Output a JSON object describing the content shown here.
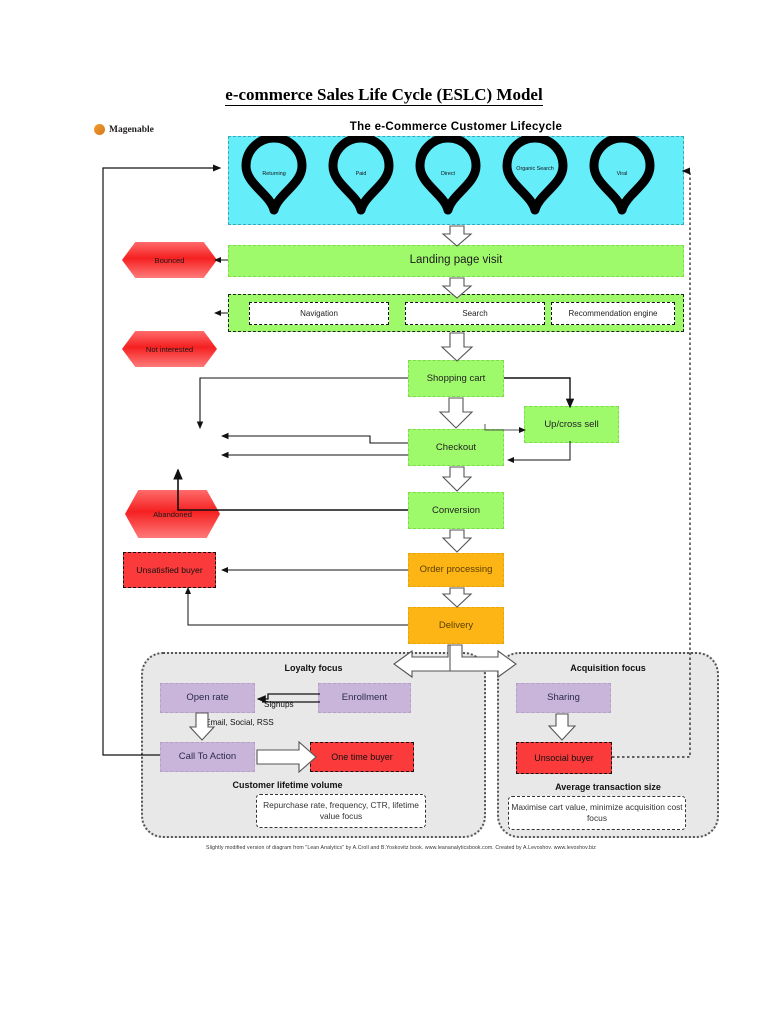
{
  "title": "e-commerce Sales Life Cycle (ESLC) Model",
  "logo": {
    "text": "Magenable",
    "icon": "magenable-logo-icon"
  },
  "lifecycle": {
    "heading": "The e-Commerce Customer Lifecycle",
    "band_color": "#66EDFA",
    "sources": [
      {
        "label": "Returning"
      },
      {
        "label": "Paid"
      },
      {
        "label": "Direct"
      },
      {
        "label": "Organic Search"
      },
      {
        "label": "Viral"
      }
    ]
  },
  "flow": {
    "landing": "Landing page visit",
    "discovery": [
      {
        "label": "Navigation"
      },
      {
        "label": "Search"
      },
      {
        "label": "Recommendation engine"
      }
    ],
    "shopping_cart": "Shopping cart",
    "upcross_sell": "Up/cross sell",
    "checkout": "Checkout",
    "conversion": "Conversion",
    "order_processing": "Order processing",
    "delivery": "Delivery"
  },
  "exits": {
    "bounced": "Bounced",
    "not_interested": "Not interested",
    "abandoned": "Abandoned",
    "unsatisfied_buyer": "Unsatisfied buyer"
  },
  "loyalty": {
    "title": "Loyalty focus",
    "enrollment": "Enrollment",
    "open_rate": "Open rate",
    "call_to_action": "Call To Action",
    "one_time_buyer": "One time buyer",
    "signups_label": "Signups",
    "channels_label": "Email, Social, RSS",
    "metric_title": "Customer lifetime volume",
    "metric_note": "Repurchase rate, frequency, CTR, lifetime value focus"
  },
  "acquisition": {
    "title": "Acquisition focus",
    "sharing": "Sharing",
    "unsocial_buyer": "Unsocial buyer",
    "metric_title": "Average transaction size",
    "metric_note": "Maximise cart value, minimize acquisition cost focus"
  },
  "footer": "Slightly modified version of diagram from \"Lean Analytics\" by A.Croll and B.Yoskovitz book. www.leananalyticsbook.com. Created by A.Levoshov. www.levoshov.biz",
  "colors": {
    "cyan": "#66EDFA",
    "green": "#9FFA6B",
    "orange": "#FDB515",
    "purple": "#C9B4DA",
    "red": "#FB3B3B",
    "grey_panel": "#E8E8E8"
  }
}
